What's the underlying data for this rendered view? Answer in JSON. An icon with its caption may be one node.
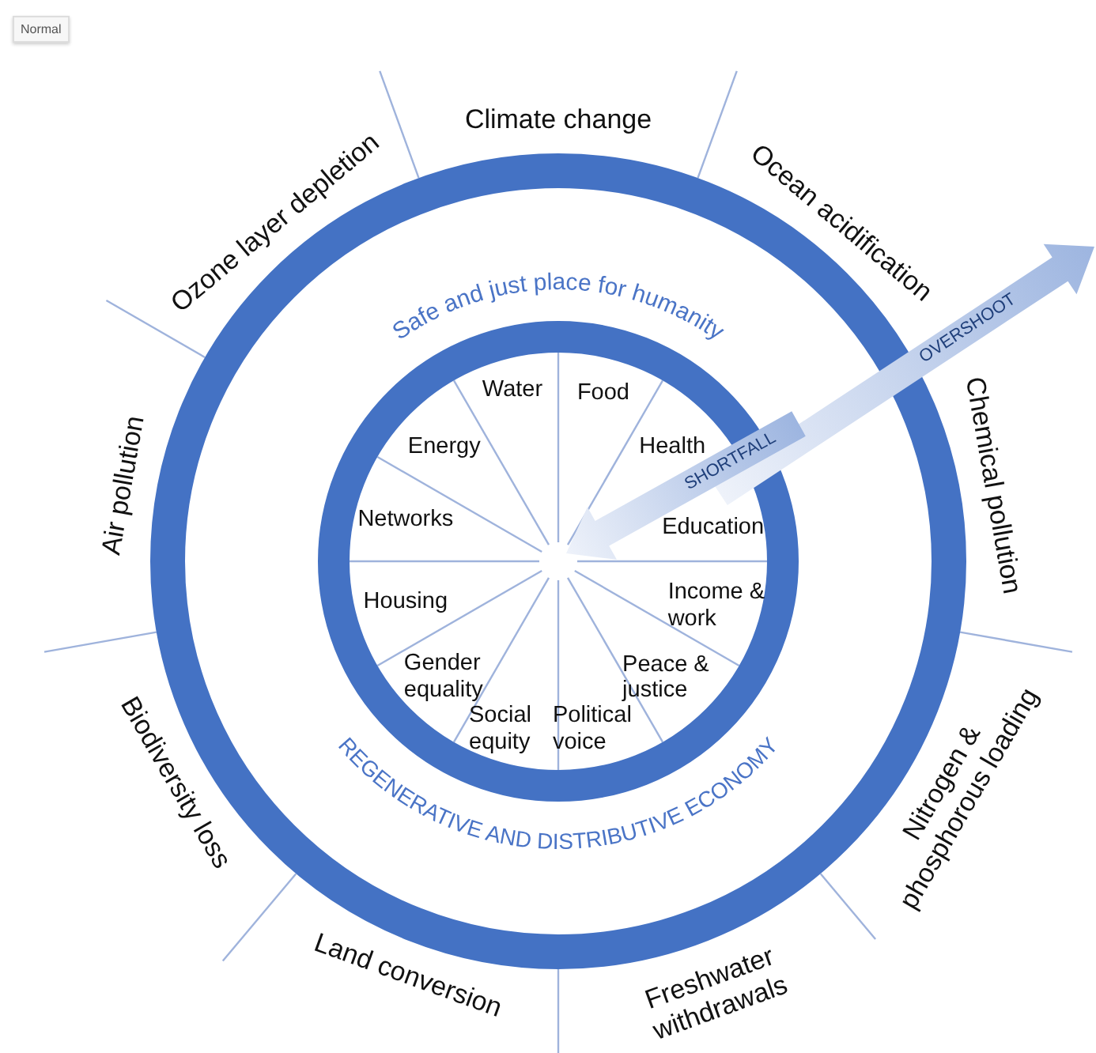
{
  "diagram": {
    "labels": [
      "Normal",
      "Climate change",
      "Ocean acidification",
      "Chemical pollution",
      "Nitrogen & phosphorous loading",
      "Freshwater withdrawals",
      "Land conversion",
      "Biodiversity loss",
      "Air pollution",
      "Ozone layer depletion",
      "Safe and just place for humanity",
      "OVERSHOOT",
      "Water",
      "Food",
      "Health",
      "Education",
      "Income & work",
      "Peace & justice",
      "Political voice",
      "Social equity",
      "Gender equality",
      "Housing",
      "Networks",
      "Energy",
      "SHORTFALL",
      "REGENERATIVE AND DISTRIBUTIVE ECONOMY"
    ]
  }
}
